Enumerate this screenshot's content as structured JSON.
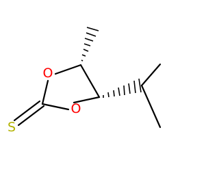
{
  "molecule": {
    "atoms": {
      "o_ring_upper": {
        "symbol": "O",
        "color": "#ff0000"
      },
      "o_ring_lower": {
        "symbol": "O",
        "color": "#ff0000"
      },
      "s_thione": {
        "symbol": "S",
        "color": "#b2b200"
      }
    },
    "bond_color": "#000000",
    "stereo_bonds": [
      {
        "from": "ring-carbon-4",
        "to": "methyl",
        "style": "hashed-wedge"
      },
      {
        "from": "ring-carbon-5",
        "to": "isopropyl-ch",
        "style": "hashed-wedge"
      }
    ]
  }
}
